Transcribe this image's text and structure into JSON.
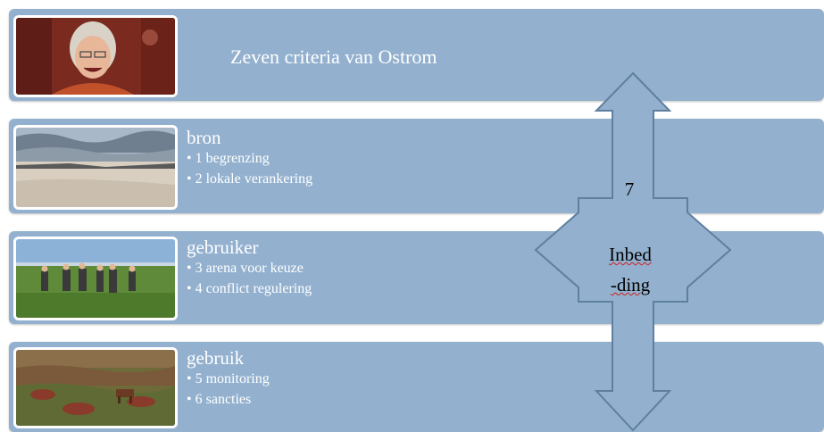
{
  "title": "Zeven criteria van Ostrom",
  "groups": [
    {
      "heading": "bron",
      "items": [
        "1 begrenzing",
        "2 lokale verankering"
      ]
    },
    {
      "heading": "gebruiker",
      "items": [
        "3 arena voor keuze",
        "4 conflict regulering"
      ]
    },
    {
      "heading": "gebruik",
      "items": [
        "5 monitoring",
        "6 sancties"
      ]
    }
  ],
  "bullet": "•",
  "center_arrow": {
    "number": "7",
    "label_line1": "Inbed",
    "label_line2": "-ding"
  },
  "colors": {
    "band": "#93b1cf",
    "arrow_fill": "#93b1cf",
    "arrow_stroke": "#5f7f9f",
    "text": "#ffffff"
  },
  "images": [
    {
      "name": "portrait-photo"
    },
    {
      "name": "beach-dunes-photo"
    },
    {
      "name": "group-in-field-photo"
    },
    {
      "name": "heath-grazing-photo"
    }
  ]
}
